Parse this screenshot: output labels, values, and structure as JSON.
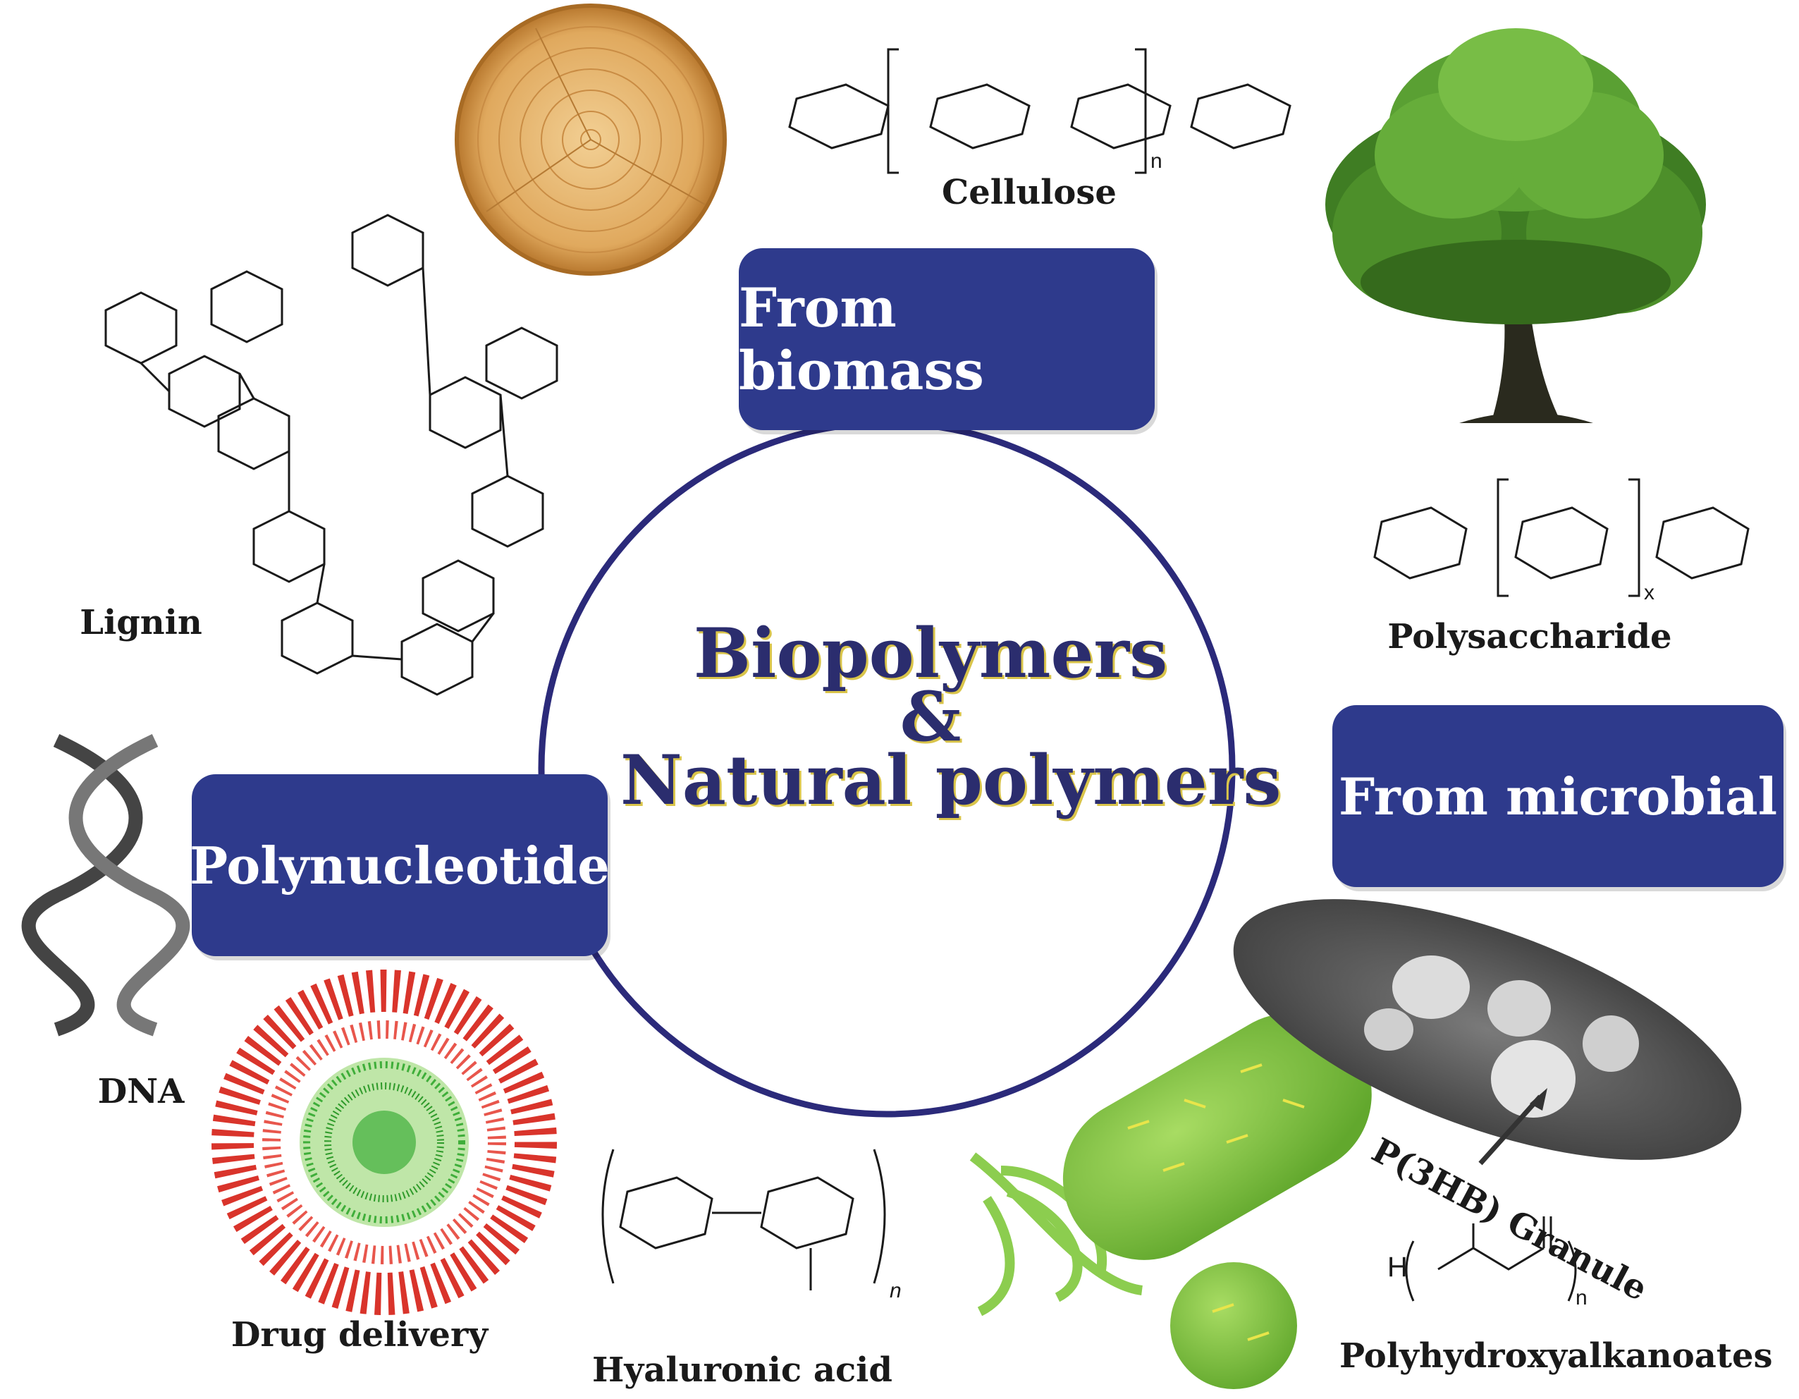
{
  "center": {
    "line1": "Biopolymers",
    "line2": "&",
    "line3": "Natural polymers"
  },
  "categories": {
    "biomass": "From biomass",
    "microbial": "From microbial",
    "polynucleotide": "Polynucleotide"
  },
  "labels": {
    "cellulose": "Cellulose",
    "lignin": "Lignin",
    "polysaccharide": "Polysaccharide",
    "dna": "DNA",
    "drug_delivery": "Drug delivery",
    "hyaluronic_acid": "Hyaluronic acid",
    "p3hb_granule": "P(3HB) Granule",
    "pha": "Polyhydroxyalkanoates"
  },
  "icons": [
    "wood-slice-icon",
    "tree-icon",
    "dna-helix-icon",
    "drug-delivery-micelle-icon",
    "bacteria-icon",
    "bacterial-cell-micrograph-icon"
  ],
  "colors": {
    "box_fill": "#2e3a8c",
    "ring": "#2b2a7a",
    "center_text": "#2b2d6e",
    "tree_green": "#3f7d23",
    "bacteria_green": "#7dc242",
    "micelle_red": "#d9342b"
  }
}
